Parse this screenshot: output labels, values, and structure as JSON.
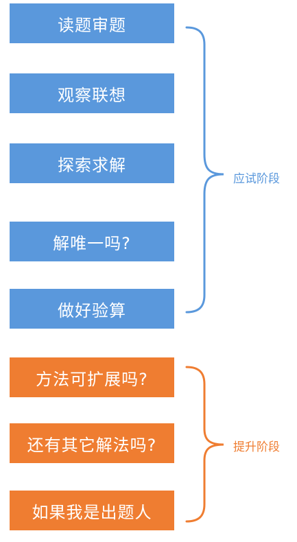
{
  "stage1": {
    "label": "应试阶段",
    "color": "#5a98dc",
    "steps": [
      "读题审题",
      "观察联想",
      "探索求解",
      "解唯一吗?",
      "做好验算"
    ]
  },
  "stage2": {
    "label": "提升阶段",
    "color": "#ef7d31",
    "steps": [
      "方法可扩展吗?",
      "还有其它解法吗?",
      "如果我是出题人"
    ]
  }
}
